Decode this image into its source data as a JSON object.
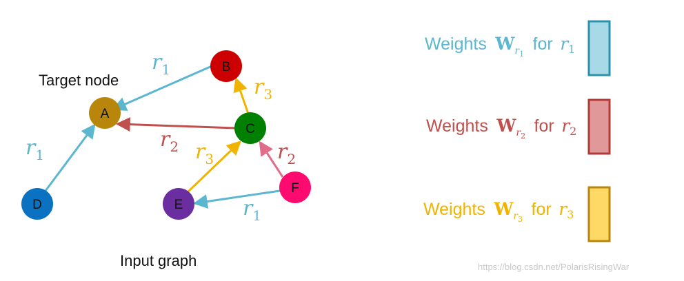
{
  "colors": {
    "r1": "#5bb7cf",
    "r2": "#c0504d",
    "r3": "#f0b400",
    "r2_pink": "#e06c8a",
    "node_A": "#b8860b",
    "node_B": "#cc0000",
    "node_C": "#008000",
    "node_D": "#0b72c2",
    "node_E": "#6a2ea0",
    "node_F": "#ff0a6e"
  },
  "graph": {
    "target_label": "Target node",
    "caption": "Input graph",
    "nodes": [
      {
        "id": "A",
        "label": "A"
      },
      {
        "id": "B",
        "label": "B"
      },
      {
        "id": "C",
        "label": "C"
      },
      {
        "id": "D",
        "label": "D"
      },
      {
        "id": "E",
        "label": "E"
      },
      {
        "id": "F",
        "label": "F"
      }
    ],
    "edges": [
      {
        "from": "B",
        "to": "A",
        "relation": "r",
        "sub": "1"
      },
      {
        "from": "C",
        "to": "A",
        "relation": "r",
        "sub": "2"
      },
      {
        "from": "C",
        "to": "B",
        "relation": "r",
        "sub": "3"
      },
      {
        "from": "D",
        "to": "A",
        "relation": "r",
        "sub": "1"
      },
      {
        "from": "E",
        "to": "C",
        "relation": "r",
        "sub": "3"
      },
      {
        "from": "F",
        "to": "C",
        "relation": "r",
        "sub": "2"
      },
      {
        "from": "F",
        "to": "E",
        "relation": "r",
        "sub": "1"
      }
    ]
  },
  "legend": [
    {
      "word": "Weights",
      "W": "W",
      "sub_r": "r",
      "sub_n": "1",
      "for": "for",
      "r": "r",
      "n": "1"
    },
    {
      "word": "Weights",
      "W": "W",
      "sub_r": "r",
      "sub_n": "2",
      "for": "for",
      "r": "r",
      "n": "2"
    },
    {
      "word": "Weights",
      "W": "W",
      "sub_r": "r",
      "sub_n": "3",
      "for": "for",
      "r": "r",
      "n": "3"
    }
  ],
  "watermark": "https://blog.csdn.net/PolarisRisingWar"
}
